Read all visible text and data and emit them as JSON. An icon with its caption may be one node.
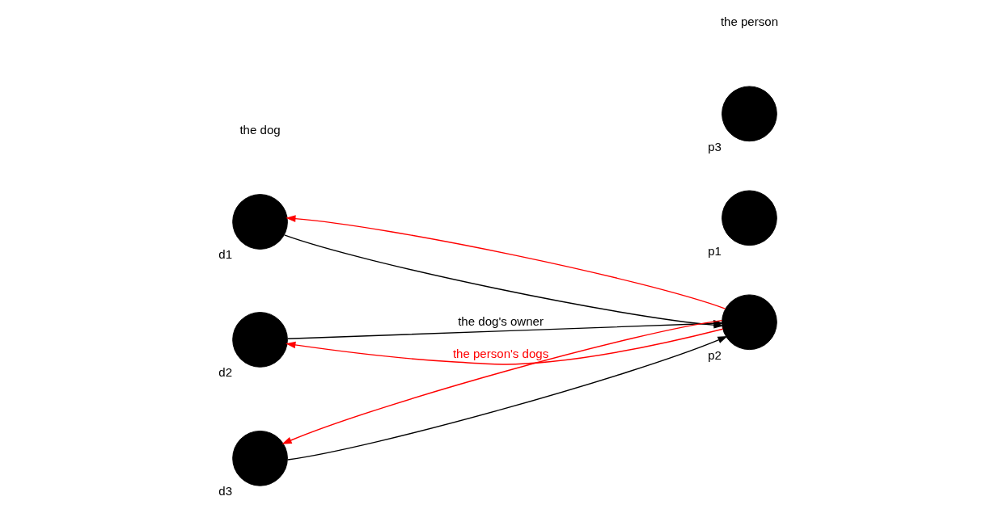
{
  "diagram": {
    "nodes": [
      {
        "text": [],
        "shape": "circle",
        "beside": [
          "d1"
        ]
      },
      {
        "text": [],
        "shape": "circle",
        "beside": [
          "d2"
        ]
      },
      {
        "text": [],
        "shape": "circle",
        "beside": [
          "d3"
        ]
      },
      {
        "text": [],
        "shape": "circle",
        "beside": [
          "p1"
        ]
      },
      {
        "text": [],
        "shape": "circle",
        "beside": [
          "p2"
        ]
      },
      {
        "text": [],
        "shape": "circle",
        "beside": [
          "p3"
        ]
      }
    ],
    "edges": [
      {
        "from": 0,
        "to": 4,
        "arrow": "to"
      },
      {
        "from": 4,
        "to": 0,
        "arrow": "to",
        "color": "#ff0000"
      },
      {
        "from": 4,
        "to": 1,
        "arrow": "to",
        "label": "the person's dogs",
        "color": "#ff0000"
      },
      {
        "from": 1,
        "to": 4,
        "arrow": "to",
        "label": "the dog's owner"
      },
      {
        "from": 2,
        "to": 4,
        "arrow": "to"
      },
      {
        "from": 4,
        "to": 2,
        "arrow": "to",
        "color": "#ff0000"
      }
    ],
    "labels": [
      "the dog",
      "the person"
    ]
  }
}
